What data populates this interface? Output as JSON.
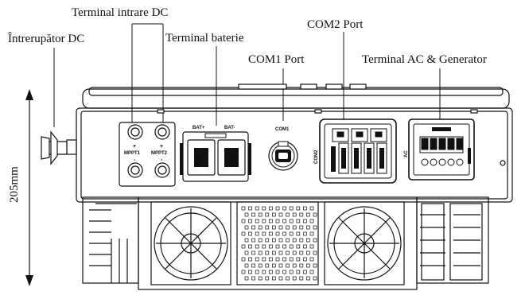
{
  "labels": {
    "dc_input": "Terminal intrare DC",
    "dc_switch": "Întrerupător DC",
    "battery": "Terminal baterie",
    "com2": "COM2 Port",
    "com1": "COM1 Port",
    "ac_gen": "Terminal AC & Generator",
    "height": "205mm"
  },
  "panel_marks": {
    "mppt1": "MPPT1",
    "mppt2": "MPPT2",
    "plus": "+",
    "minus": "-",
    "bat_plus": "BAT+",
    "bat_minus": "BAT-",
    "com1": "COM1",
    "com2": "COM2",
    "ac": "AC"
  }
}
